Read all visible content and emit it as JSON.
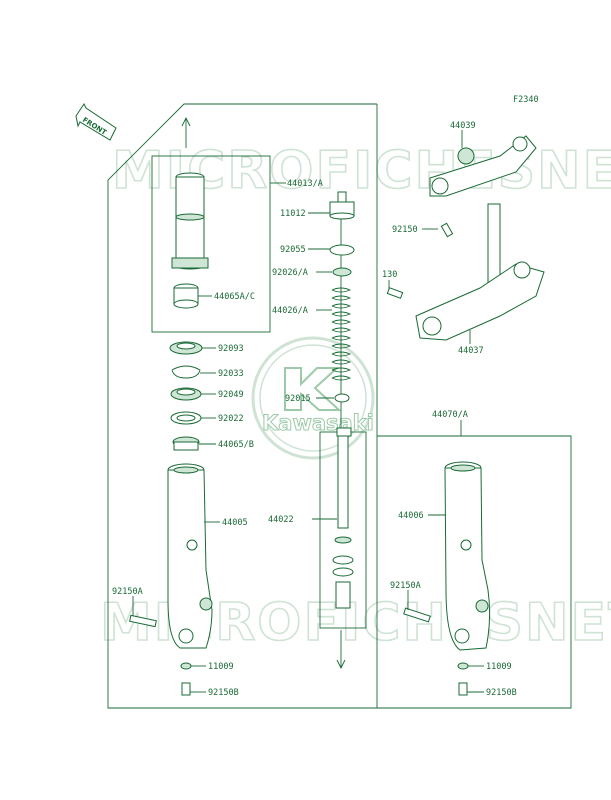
{
  "figure_code": "F2340",
  "front_label": "FRONT",
  "watermark": {
    "text": "MICROFICHESNET",
    "logo_text": "Kawasaki"
  },
  "part_numbers": {
    "p44039": "44039",
    "p44013A": "44013/A",
    "p11012": "11012",
    "p92150": "92150",
    "p92055": "92055",
    "p92026A": "92026/A",
    "p130": "130",
    "p44065AC": "44065A/C",
    "p44026A": "44026/A",
    "p44037": "44037",
    "p92093": "92093",
    "p92033": "92033",
    "p92049": "92049",
    "p92015": "92015",
    "p92022": "92022",
    "p44070A": "44070/A",
    "p44065B": "44065/B",
    "p44005": "44005",
    "p44022": "44022",
    "p44006": "44006",
    "p92150A_left": "92150A",
    "p92150A_right": "92150A",
    "p11009_left": "11009",
    "p11009_right": "11009",
    "p92150B_left": "92150B",
    "p92150B_right": "92150B"
  },
  "colors": {
    "ink": "#1a6a36",
    "watermark": "#cfe3d4",
    "fill": "#cfe6d6"
  }
}
